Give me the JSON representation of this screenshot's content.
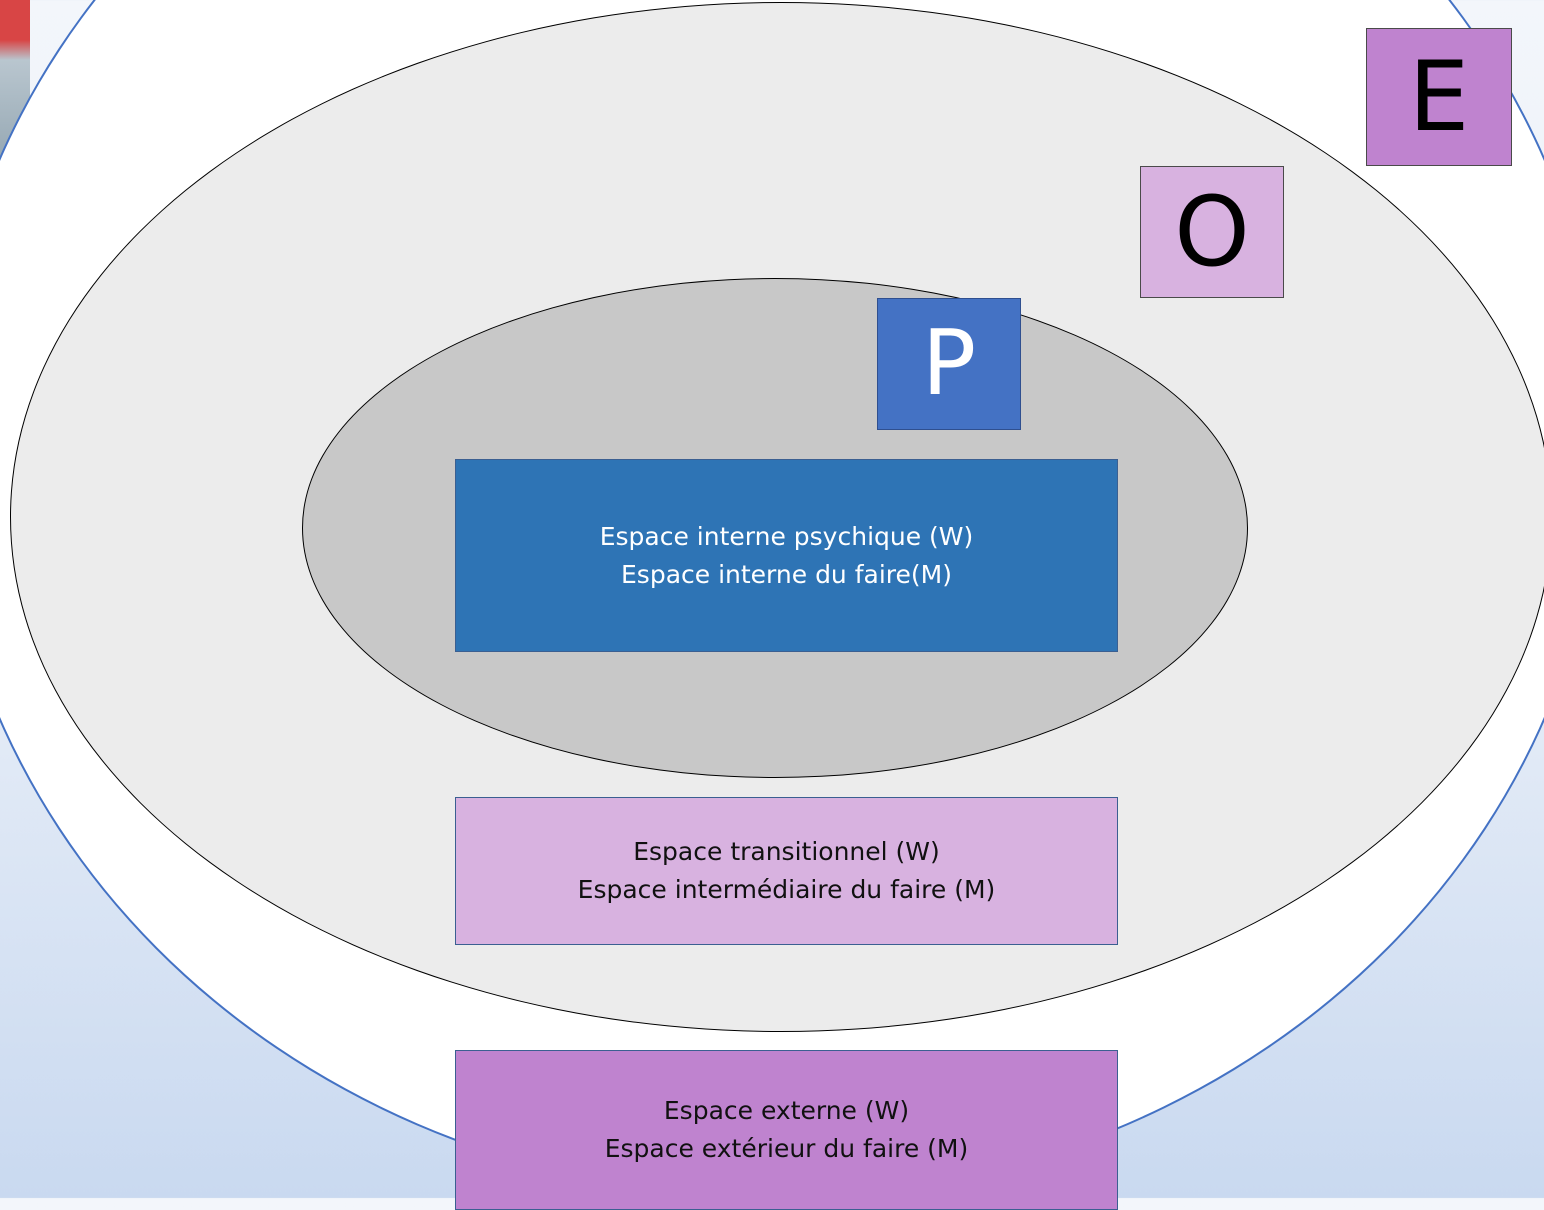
{
  "labels": {
    "e": "E",
    "o": "O",
    "p": "P"
  },
  "spaces": {
    "internal": {
      "line1": "Espace interne psychique (W)",
      "line2": "Espace interne du faire(M)"
    },
    "transitional": {
      "line1": "Espace transitionnel (W)",
      "line2": "Espace intermédiaire du faire (M)"
    },
    "external": {
      "line1": "Espace externe (W)",
      "line2": "Espace extérieur du faire (M)"
    }
  },
  "colors": {
    "e_box": "#bf83cf",
    "o_box": "#d8b2e0",
    "p_box": "#4472c4",
    "internal_box": "#2e74b5",
    "outer_ellipse": "#ececec",
    "inner_ellipse": "#c8c8c8",
    "frame_border": "#4472c4"
  }
}
